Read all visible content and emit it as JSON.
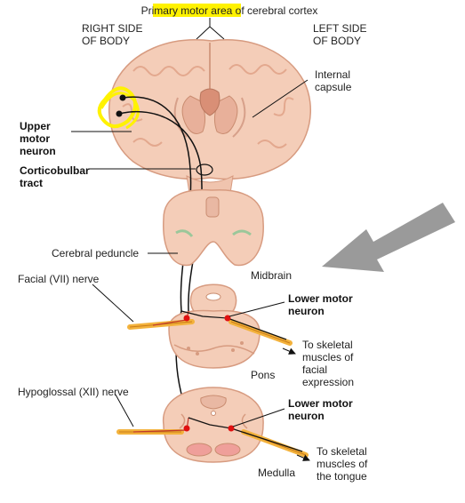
{
  "title": {
    "pre": "Prima",
    "hl": "ry motor area o",
    "post": "f cerebral cortex"
  },
  "labels": {
    "right_side": [
      "RIGHT SIDE",
      "OF BODY"
    ],
    "left_side": [
      "LEFT SIDE",
      "OF BODY"
    ],
    "internal_capsule": [
      "Internal",
      "capsule"
    ],
    "upper_motor_neuron": [
      "Upper",
      "motor",
      "neuron"
    ],
    "corticobulbar_tract": [
      "Corticobulbar",
      "tract"
    ],
    "cerebral_peduncle": "Cerebral peduncle",
    "midbrain": "Midbrain",
    "facial_nerve": "Facial (VII) nerve",
    "lower_motor_neuron_1": [
      "Lower motor",
      "neuron"
    ],
    "to_skeletal_facial": [
      "To skeletal",
      "muscles of",
      "facial",
      "expression"
    ],
    "pons": "Pons",
    "hypoglossal_nerve": "Hypoglossal (XII) nerve",
    "lower_motor_neuron_2": [
      "Lower motor",
      "neuron"
    ],
    "to_skeletal_tongue": [
      "To skeletal",
      "muscles of",
      "the tongue"
    ],
    "medulla": "Medulla"
  },
  "colors": {
    "tissue": "#f4cdb8",
    "tissue_dark": "#e3a88e",
    "highlight": "#fff200",
    "nerve": "#f3b23c",
    "neuron_dot": "#e01010",
    "arrow": "#9a9a9a"
  }
}
